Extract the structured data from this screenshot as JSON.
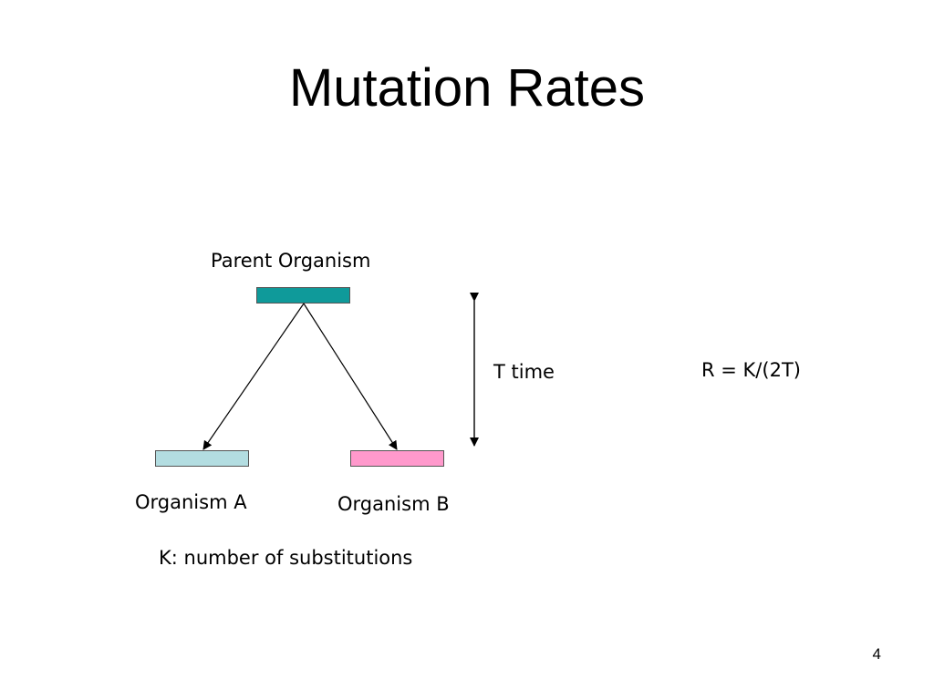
{
  "slide": {
    "title": "Mutation Rates",
    "page_number": "4"
  },
  "diagram": {
    "parent_label": "Parent Organism",
    "parent_color": "#0f9a9a",
    "child_a_label": "Organism A",
    "child_a_color": "#b3dde1",
    "child_b_label": "Organism B",
    "child_b_color": "#ff99cc",
    "time_label": "T time",
    "formula": "R = K/(2T)",
    "k_definition": "K: number of substitutions"
  }
}
